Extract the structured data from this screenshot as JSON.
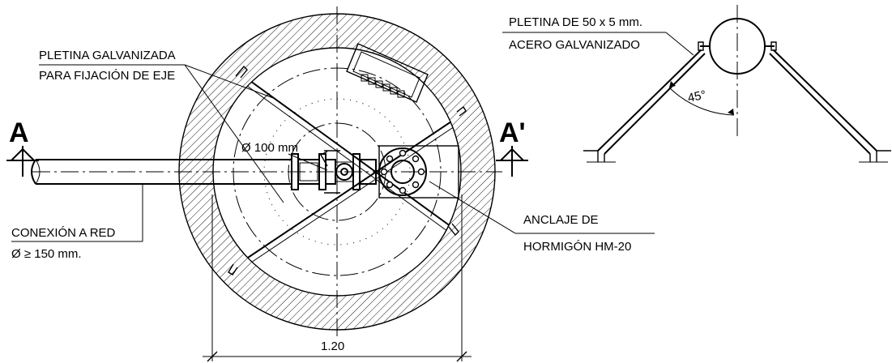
{
  "labels": {
    "pletina_galv_1": "PLETINA GALVANIZADA",
    "pletina_galv_2": "PARA FIJACIÓN DE EJE",
    "diam_100": "Ø 100 mm",
    "conexion_1": "CONEXIÓN A RED",
    "conexion_2": "Ø ≥ 150 mm.",
    "anclaje_1": "ANCLAJE DE",
    "anclaje_2": "HORMIGÓN HM-20",
    "pletina_50_1": "PLETINA DE 50 x 5 mm.",
    "pletina_50_2": "ACERO GALVANIZADO",
    "angle": "45°",
    "dimension": "1.20",
    "section_left": "A",
    "section_right": "A'"
  },
  "colors": {
    "line": "#000000",
    "background": "#ffffff"
  }
}
